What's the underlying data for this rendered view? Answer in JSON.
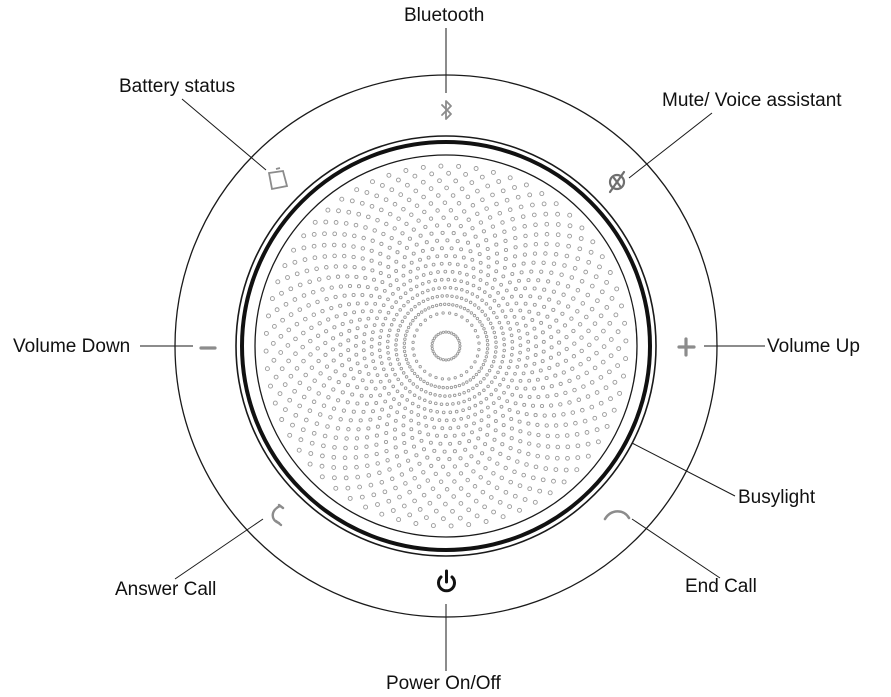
{
  "labels": {
    "bluetooth": "Bluetooth",
    "battery_status": "Battery status",
    "mute_voice_assistant": "Mute/ Voice assistant",
    "volume_down": "Volume Down",
    "volume_up": "Volume Up",
    "busylight": "Busylight",
    "answer_call": "Answer Call",
    "end_call": "End Call",
    "power_on_off": "Power On/Off"
  },
  "icons": {
    "bluetooth": "bluetooth-icon",
    "battery": "battery-icon",
    "mute": "mute-voice-assistant-icon",
    "volume_down": "minus-icon",
    "volume_up": "plus-icon",
    "answer_call": "phone-answer-icon",
    "end_call": "phone-hangup-icon",
    "power": "power-icon"
  },
  "colors": {
    "stroke": "#1a1a1a",
    "icon_grey": "#8c8c8c",
    "dot": "#9a9a9a"
  }
}
